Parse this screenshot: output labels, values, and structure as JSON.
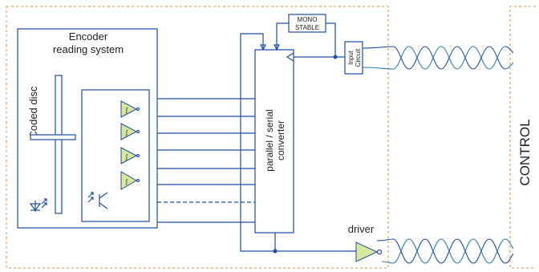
{
  "labels": {
    "encoder_title_line1": "Encoder",
    "encoder_title_line2": "reading system",
    "coded_disc": "Coded disc",
    "mono_line1": "MONO",
    "mono_line2": "STABLE",
    "input_line1": "Input",
    "input_line2": "Circuit",
    "converter_line1": "parallel / serial",
    "converter_line2": "converter",
    "driver": "driver",
    "control": "CONTROL"
  },
  "colors": {
    "wire": "#1f4e9c",
    "border_dashed": "#e08a3a",
    "amplifier_fill": "#d8e7a0",
    "twisted_pair_a": "#1f4e9c",
    "twisted_pair_b": "#2f7fb0"
  },
  "icons": {
    "led": "led-emitter-icon",
    "phototransistor": "phototransistor-icon",
    "comparator": "comparator-icon",
    "driver": "line-driver-icon"
  }
}
